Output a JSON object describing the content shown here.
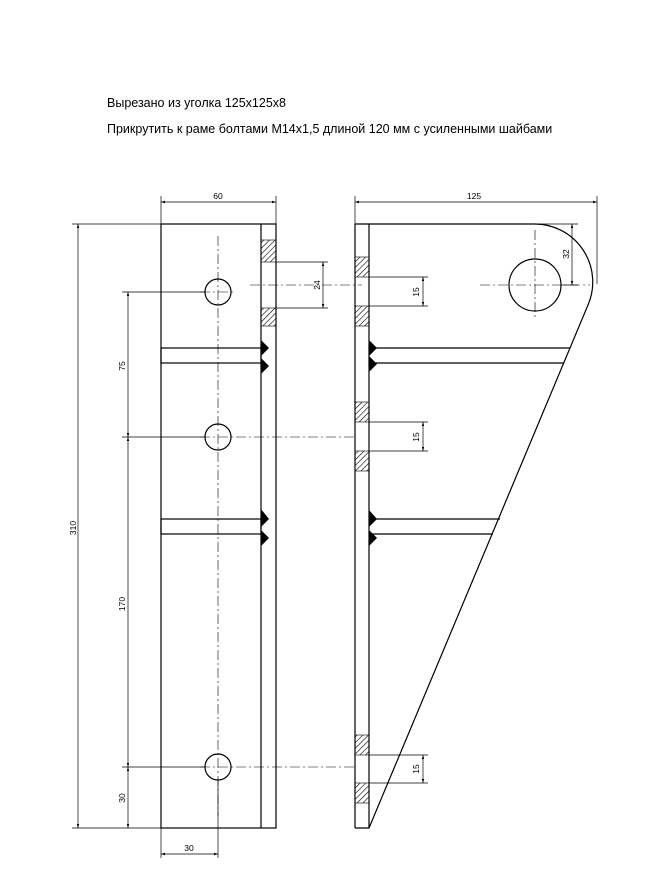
{
  "notes": {
    "line1": "Вырезано из уголка 125x125x8",
    "line2": "Прикрутить к раме болтами М14x1,5 длиной 120 мм с усиленными шайбами"
  },
  "dimensions": {
    "width_60": "60",
    "width_125": "125",
    "height_310": "310",
    "spacing_75": "75",
    "spacing_170": "170",
    "edge_30_vertical": "30",
    "edge_30_horizontal": "30",
    "hole_24": "24",
    "radius_32": "32",
    "flange_15_top": "15",
    "flange_15_mid": "15",
    "flange_15_bottom": "15"
  }
}
